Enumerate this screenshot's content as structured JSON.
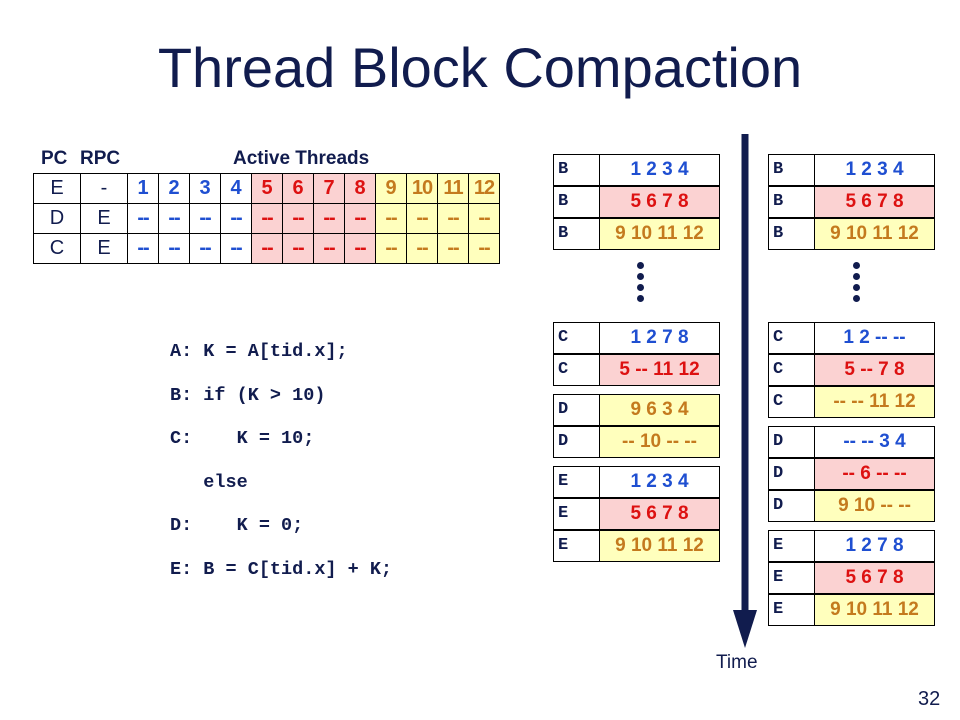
{
  "title": "Thread Block Compaction",
  "table": {
    "headers": {
      "pc": "PC",
      "rpc": "RPC",
      "active": "Active Threads"
    },
    "rows": [
      {
        "pc": "E",
        "rpc": "-",
        "threads": [
          "1",
          "2",
          "3",
          "4",
          "5",
          "6",
          "7",
          "8",
          "9",
          "10",
          "11",
          "12"
        ]
      },
      {
        "pc": "D",
        "rpc": "E",
        "threads": [
          "--",
          "--",
          "--",
          "--",
          "--",
          "--",
          "--",
          "--",
          "--",
          "--",
          "--",
          "--"
        ]
      },
      {
        "pc": "C",
        "rpc": "E",
        "threads": [
          "--",
          "--",
          "--",
          "--",
          "--",
          "--",
          "--",
          "--",
          "--",
          "--",
          "--",
          "--"
        ]
      }
    ]
  },
  "code": [
    "A: K = A[tid.x];",
    "B: if (K > 10)",
    "C:    K = 10;",
    "   else",
    "D:    K = 0;",
    "E: B = C[tid.x] + K;"
  ],
  "left_column": {
    "group1": [
      {
        "pc": "B",
        "val": "1 2 3 4"
      },
      {
        "pc": "B",
        "val": "5 6 7 8"
      },
      {
        "pc": "B",
        "val": "9 10 11 12"
      }
    ],
    "group2": [
      {
        "pc": "C",
        "val": "1 2 7 8"
      },
      {
        "pc": "C",
        "val": "5 -- 11 12"
      }
    ],
    "group3": [
      {
        "pc": "D",
        "val": "9 6 3 4"
      },
      {
        "pc": "D",
        "val": "-- 10 -- --"
      }
    ],
    "group4": [
      {
        "pc": "E",
        "val": "1 2 3 4"
      },
      {
        "pc": "E",
        "val": "5 6 7 8"
      },
      {
        "pc": "E",
        "val": "9 10 11 12"
      }
    ]
  },
  "right_column": {
    "group1": [
      {
        "pc": "B",
        "val": "1 2 3 4"
      },
      {
        "pc": "B",
        "val": "5 6 7 8"
      },
      {
        "pc": "B",
        "val": "9 10 11 12"
      }
    ],
    "group2": [
      {
        "pc": "C",
        "val": "1 2 -- --"
      },
      {
        "pc": "C",
        "val": "5 -- 7 8"
      },
      {
        "pc": "C",
        "val": "-- -- 11 12"
      }
    ],
    "group3": [
      {
        "pc": "D",
        "val": "-- -- 3 4"
      },
      {
        "pc": "D",
        "val": "-- 6 -- --"
      },
      {
        "pc": "D",
        "val": "9 10 -- --"
      }
    ],
    "group4": [
      {
        "pc": "E",
        "val": "1 2 7 8"
      },
      {
        "pc": "E",
        "val": "5 6 7 8"
      },
      {
        "pc": "E",
        "val": "9 10 11 12"
      }
    ]
  },
  "time_label": "Time",
  "page_number": "32",
  "colors": {
    "navy": "#111c4e",
    "blue": "#1f4fd1",
    "red": "#dd1111",
    "pink": "#fbd2d2",
    "orange": "#c47a1e",
    "yellow": "#ffffbd"
  }
}
